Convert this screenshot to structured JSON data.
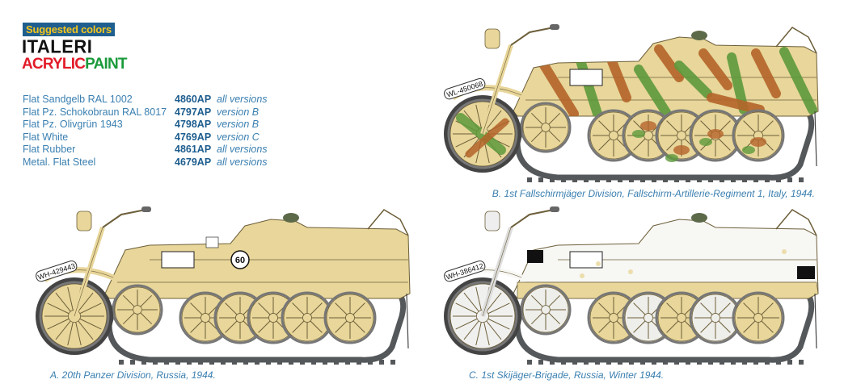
{
  "header": {
    "badge": "Suggested colors",
    "brand_line1": "ITALERI",
    "brand_acrylic": "ACRYLIC",
    "brand_paint": "PAINT"
  },
  "paints": [
    {
      "name": "Flat Sandgelb RAL 1002",
      "code": "4860AP",
      "versions": "all versions"
    },
    {
      "name": "Flat Pz. Schokobraun RAL 8017",
      "code": "4797AP",
      "versions": "version B"
    },
    {
      "name": "Flat Pz. Olivgrün 1943",
      "code": "4798AP",
      "versions": "version B"
    },
    {
      "name": "Flat White",
      "code": "4769AP",
      "versions": "version C"
    },
    {
      "name": "Flat Rubber",
      "code": "4861AP",
      "versions": "all versions"
    },
    {
      "name": "Metal. Flat Steel",
      "code": "4679AP",
      "versions": "all versions"
    }
  ],
  "versions": {
    "A": {
      "caption": "A. 20th Panzer Division, Russia, 1944.",
      "plate": "WH-429443",
      "number": "60"
    },
    "B": {
      "caption": "B. 1st Fallschirmjäger Division, Fallschirm-Artillerie-Regiment 1, Italy, 1944.",
      "plate": "WL-450068"
    },
    "C": {
      "caption": "C. 1st Skijäger-Brigade, Russia, Winter 1944.",
      "plate": "WH-386412"
    }
  },
  "colors": {
    "sand": "#e8d69a",
    "brown": "#b4642a",
    "green": "#5e9a3c",
    "white": "#f7f7f4",
    "track": "#55585a",
    "outline": "#6d5f3a",
    "caption": "#3a7fb0",
    "badge_bg": "#1f5f8f",
    "badge_text": "#f4c51c"
  }
}
